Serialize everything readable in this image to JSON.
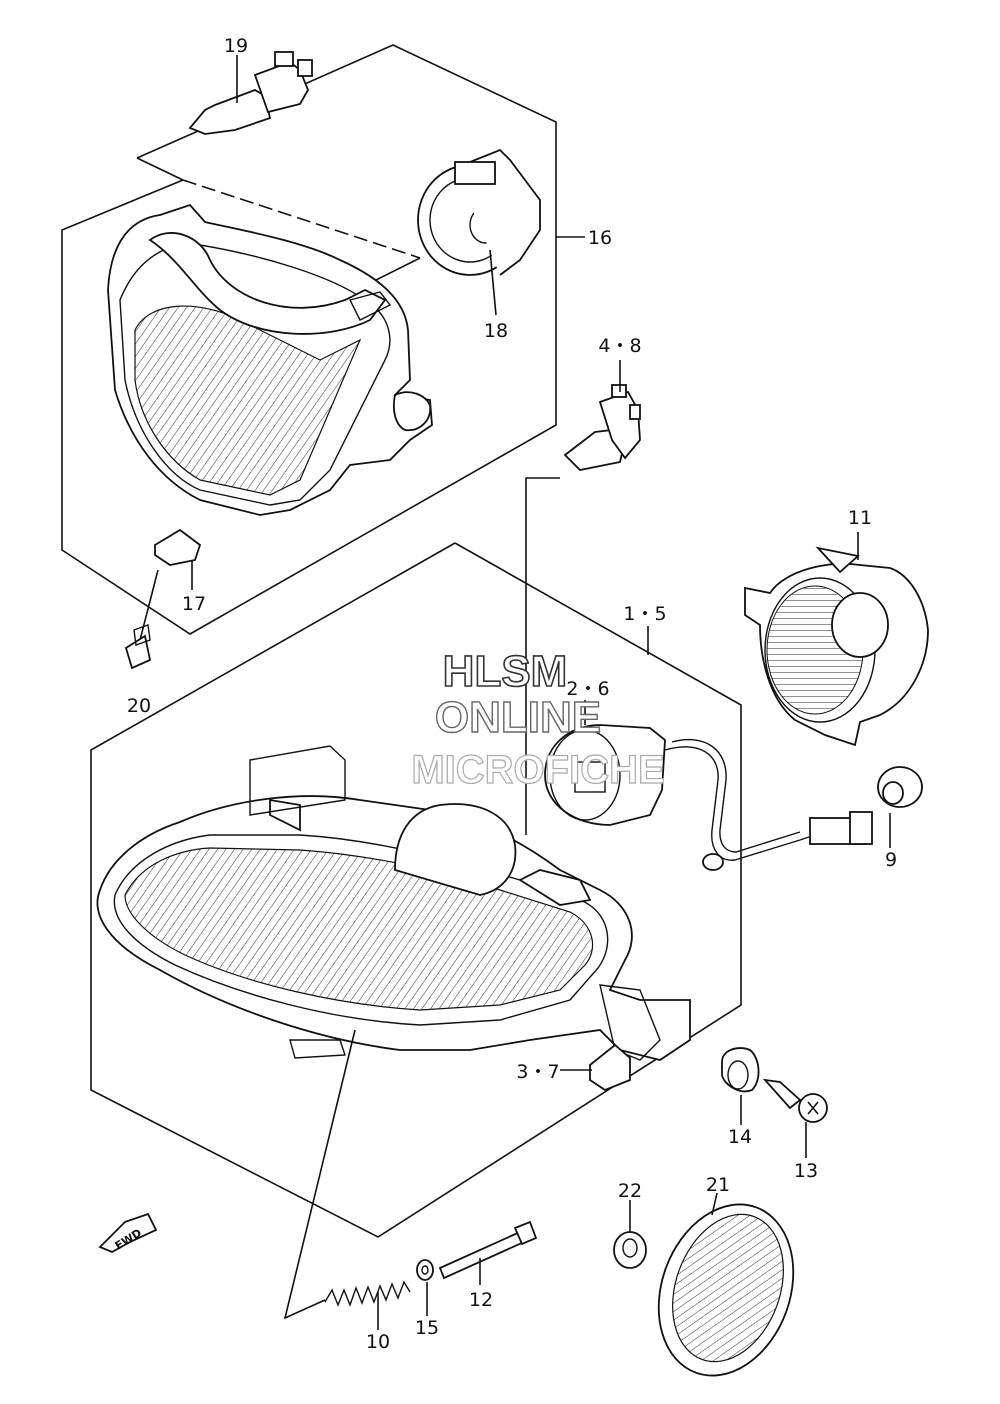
{
  "watermark": {
    "line1": "HLSM",
    "line2": "ONLINE",
    "line3": "MICROFICHE"
  },
  "direction_badge": "FWD",
  "callouts": [
    {
      "id": "19",
      "text": "19"
    },
    {
      "id": "16",
      "text": "16"
    },
    {
      "id": "18",
      "text": "18"
    },
    {
      "id": "4-8",
      "text": "4・8"
    },
    {
      "id": "11",
      "text": "11"
    },
    {
      "id": "17",
      "text": "17"
    },
    {
      "id": "1-5",
      "text": "1・5"
    },
    {
      "id": "20",
      "text": "20"
    },
    {
      "id": "2-6",
      "text": "2・6"
    },
    {
      "id": "9",
      "text": "9"
    },
    {
      "id": "3-7",
      "text": "3・7"
    },
    {
      "id": "14",
      "text": "14"
    },
    {
      "id": "13",
      "text": "13"
    },
    {
      "id": "22",
      "text": "22"
    },
    {
      "id": "21",
      "text": "21"
    },
    {
      "id": "12",
      "text": "12"
    },
    {
      "id": "10",
      "text": "10"
    },
    {
      "id": "15",
      "text": "15"
    }
  ]
}
